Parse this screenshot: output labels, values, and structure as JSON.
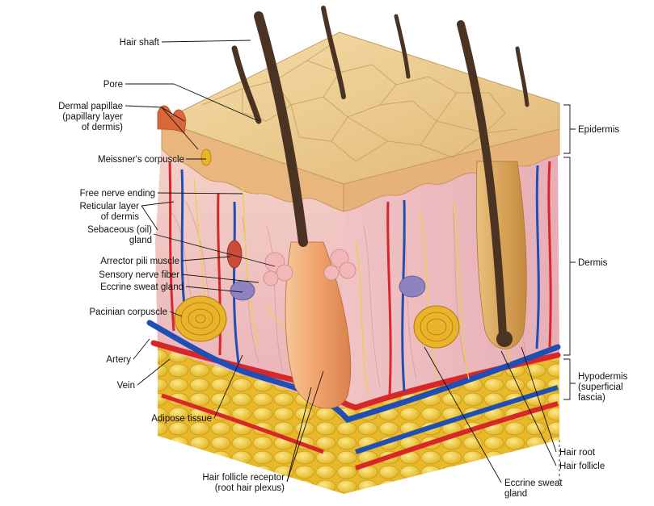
{
  "labels_left": [
    {
      "id": "hair-shaft",
      "lines": [
        "Hair shaft"
      ]
    },
    {
      "id": "pore",
      "lines": [
        "Pore"
      ]
    },
    {
      "id": "dermal-papillae",
      "lines": [
        "Dermal papillae",
        "(papillary layer",
        "of dermis)"
      ]
    },
    {
      "id": "meissners-corpuscle",
      "lines": [
        "Meissner's corpuscle"
      ]
    },
    {
      "id": "free-nerve-ending",
      "lines": [
        "Free nerve ending"
      ]
    },
    {
      "id": "reticular-layer",
      "lines": [
        "Reticular layer",
        "of dermis"
      ]
    },
    {
      "id": "sebaceous-gland",
      "lines": [
        "Sebaceous (oil)",
        "gland"
      ]
    },
    {
      "id": "arrector-pili",
      "lines": [
        "Arrector pili muscle"
      ]
    },
    {
      "id": "sensory-nerve-fiber",
      "lines": [
        "Sensory nerve fiber"
      ]
    },
    {
      "id": "eccrine-sweat-gland-left",
      "lines": [
        "Eccrine sweat gland"
      ]
    },
    {
      "id": "pacinian-corpuscle",
      "lines": [
        "Pacinian corpuscle"
      ]
    },
    {
      "id": "artery",
      "lines": [
        "Artery"
      ]
    },
    {
      "id": "vein",
      "lines": [
        "Vein"
      ]
    },
    {
      "id": "adipose-tissue",
      "lines": [
        "Adipose tissue"
      ]
    },
    {
      "id": "hair-follicle-receptor",
      "lines": [
        "Hair follicle receptor",
        "(root hair plexus)"
      ]
    }
  ],
  "labels_right": [
    {
      "id": "epidermis",
      "lines": [
        "Epidermis"
      ]
    },
    {
      "id": "dermis",
      "lines": [
        "Dermis"
      ]
    },
    {
      "id": "hypodermis",
      "lines": [
        "Hypodermis",
        "(superficial",
        "fascia)"
      ]
    },
    {
      "id": "hair-root",
      "lines": [
        "Hair root"
      ]
    },
    {
      "id": "hair-follicle",
      "lines": [
        "Hair follicle"
      ]
    },
    {
      "id": "eccrine-sweat-gland-bottom",
      "lines": [
        "Eccrine sweat",
        "gland"
      ]
    }
  ],
  "colors": {
    "epidermis_top": "#e8c98e",
    "dermis": "#f0c6c8",
    "adipose": "#f2d24a",
    "artery": "#d7272b",
    "vein": "#1f4fb5",
    "hair": "#4a3322",
    "nerve": "#e6d34a"
  }
}
